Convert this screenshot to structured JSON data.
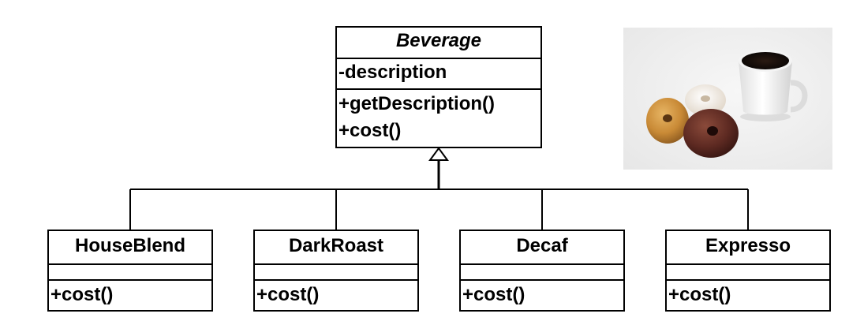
{
  "superclass": {
    "name": "Beverage",
    "attributes": [
      "-description"
    ],
    "operations": [
      "+getDescription()",
      "+cost()"
    ]
  },
  "subclasses": [
    {
      "name": "HouseBlend",
      "operations": [
        "+cost()"
      ]
    },
    {
      "name": "DarkRoast",
      "operations": [
        "+cost()"
      ]
    },
    {
      "name": "Decaf",
      "operations": [
        "+cost()"
      ]
    },
    {
      "name": "Expresso",
      "operations": [
        "+cost()"
      ]
    }
  ],
  "photo": {
    "subject": "coffee cup with donuts",
    "icon": "coffee-donuts-illustration"
  },
  "colors": {
    "line": "#000000",
    "background": "#ffffff"
  }
}
